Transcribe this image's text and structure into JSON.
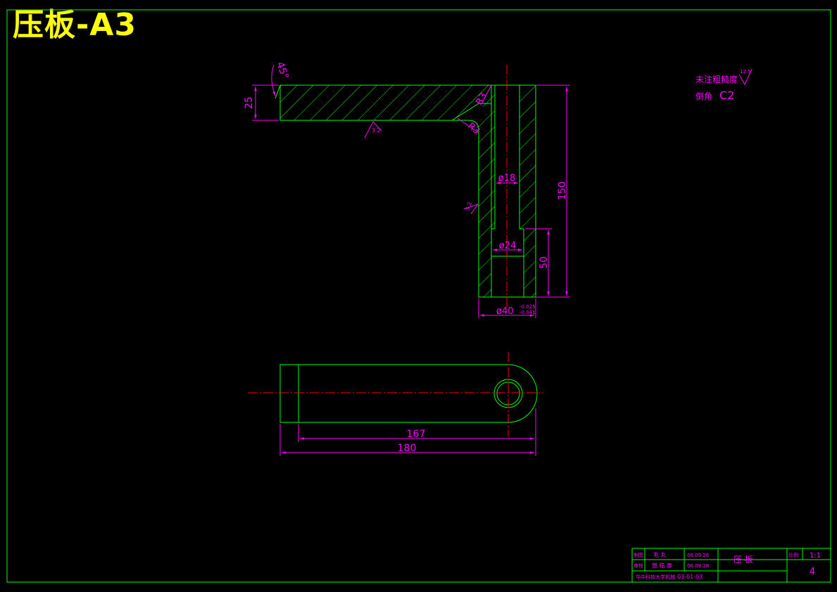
{
  "title": "压板-A3",
  "notes": {
    "roughness_label": "未注粗糙度",
    "roughness_value": "12.5",
    "chamfer_label": "倒角",
    "chamfer_value": "C2"
  },
  "dimensions": {
    "angle": "45°",
    "thickness": "25",
    "radius_1": "R3",
    "radius_2": "R3",
    "height": "150",
    "bore_small": "ø18",
    "bore_large": "ø24",
    "counterbore_depth": "50",
    "shaft_dia": "ø40",
    "shaft_tol_upper": "-0.025",
    "shaft_tol_lower": "-0.041",
    "length_inner": "167",
    "length_total": "180",
    "roughness_1": "3.2",
    "roughness_2": "3.2"
  },
  "title_block": {
    "r1c1": "制图",
    "r1c2": "毛 丸",
    "r1c3": "06.09.26",
    "r2c1": "审核",
    "r2c2": "放 临 泰",
    "r2c3": "06.09.28",
    "part_name": "压 板",
    "scale_label": "比例",
    "scale_value": "1:1",
    "sheet_number": "4",
    "school": "华中科技大学机械",
    "drawing_no": "03-01-03"
  }
}
